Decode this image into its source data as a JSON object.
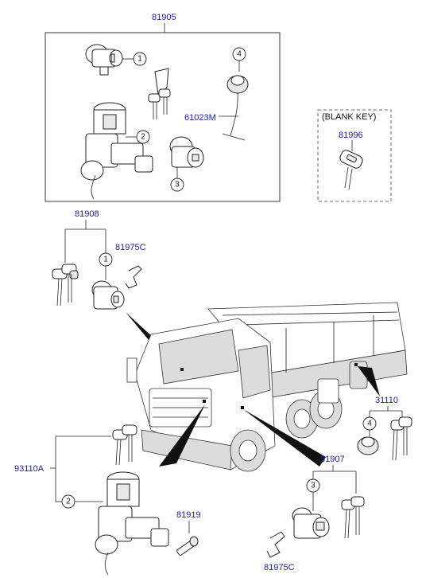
{
  "labels": {
    "kit_top": "81905",
    "wire_clip": "61023M",
    "blank_key_header": "(BLANK KEY)",
    "blank_key": "81996",
    "door_set": "81908",
    "retainer_top": "81975C",
    "tank_set": "31110",
    "ignition_set": "93110A",
    "tailgate_set": "81907",
    "bolt": "81919",
    "retainer_bottom": "81975C"
  },
  "callouts": {
    "n1": "1",
    "n2": "2",
    "n3": "3",
    "n4": "4"
  }
}
